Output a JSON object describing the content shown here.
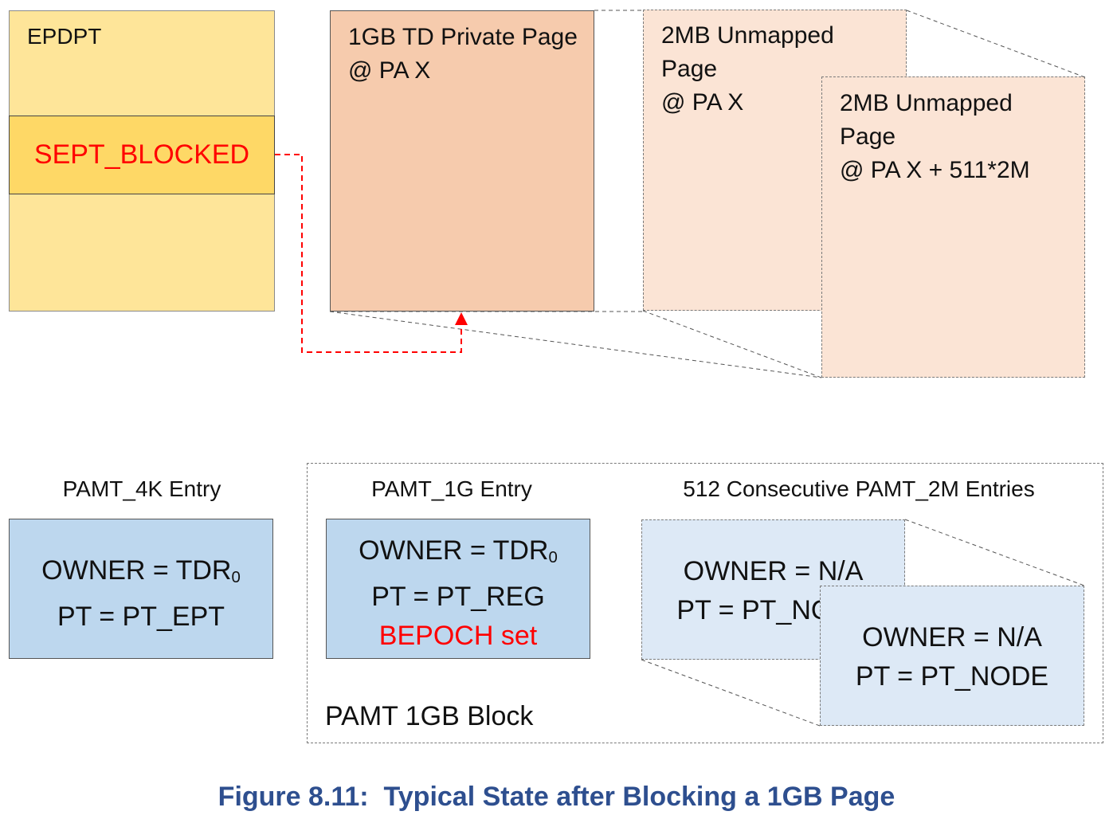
{
  "colors": {
    "epdpt_fill": "#fee599",
    "sept_fill": "#fed866",
    "red": "#ff0000",
    "private_page_fill": "#f6cbad",
    "unmapped_fill": "#fbe4d5",
    "pamt_fill": "#bdd7ee",
    "pamt_light_fill": "#dde9f6",
    "caption": "#2e4f8f"
  },
  "epdpt": {
    "title": "EPDPT",
    "entry": "SEPT_BLOCKED"
  },
  "private_page": {
    "line1": "1GB TD Private Page",
    "line2": "@ PA X"
  },
  "unmapped_back": {
    "line1": "2MB Unmapped",
    "line2": "Page",
    "line3": "@ PA X"
  },
  "unmapped_front": {
    "line1": "2MB Unmapped",
    "line2": "Page",
    "line3": "@ PA X + 511*2M"
  },
  "pamt_4k": {
    "label": "PAMT_4K Entry",
    "owner_text": "OWNER = TDR",
    "owner_sub": "0",
    "pt": "PT = PT_EPT"
  },
  "pamt_1g": {
    "label": "PAMT_1G Entry",
    "owner_text": "OWNER = TDR",
    "owner_sub": "0",
    "pt": "PT = PT_REG",
    "bepoch": "BEPOCH set"
  },
  "pamt_2m": {
    "label": "512 Consecutive PAMT_2M Entries",
    "back_owner": "OWNER = N/A",
    "back_pt": "PT = PT_NODE",
    "front_owner": "OWNER = N/A",
    "front_pt": "PT = PT_NODE"
  },
  "block_label": "PAMT 1GB Block",
  "caption": "Figure 8.11:  Typical State after Blocking a 1GB Page"
}
